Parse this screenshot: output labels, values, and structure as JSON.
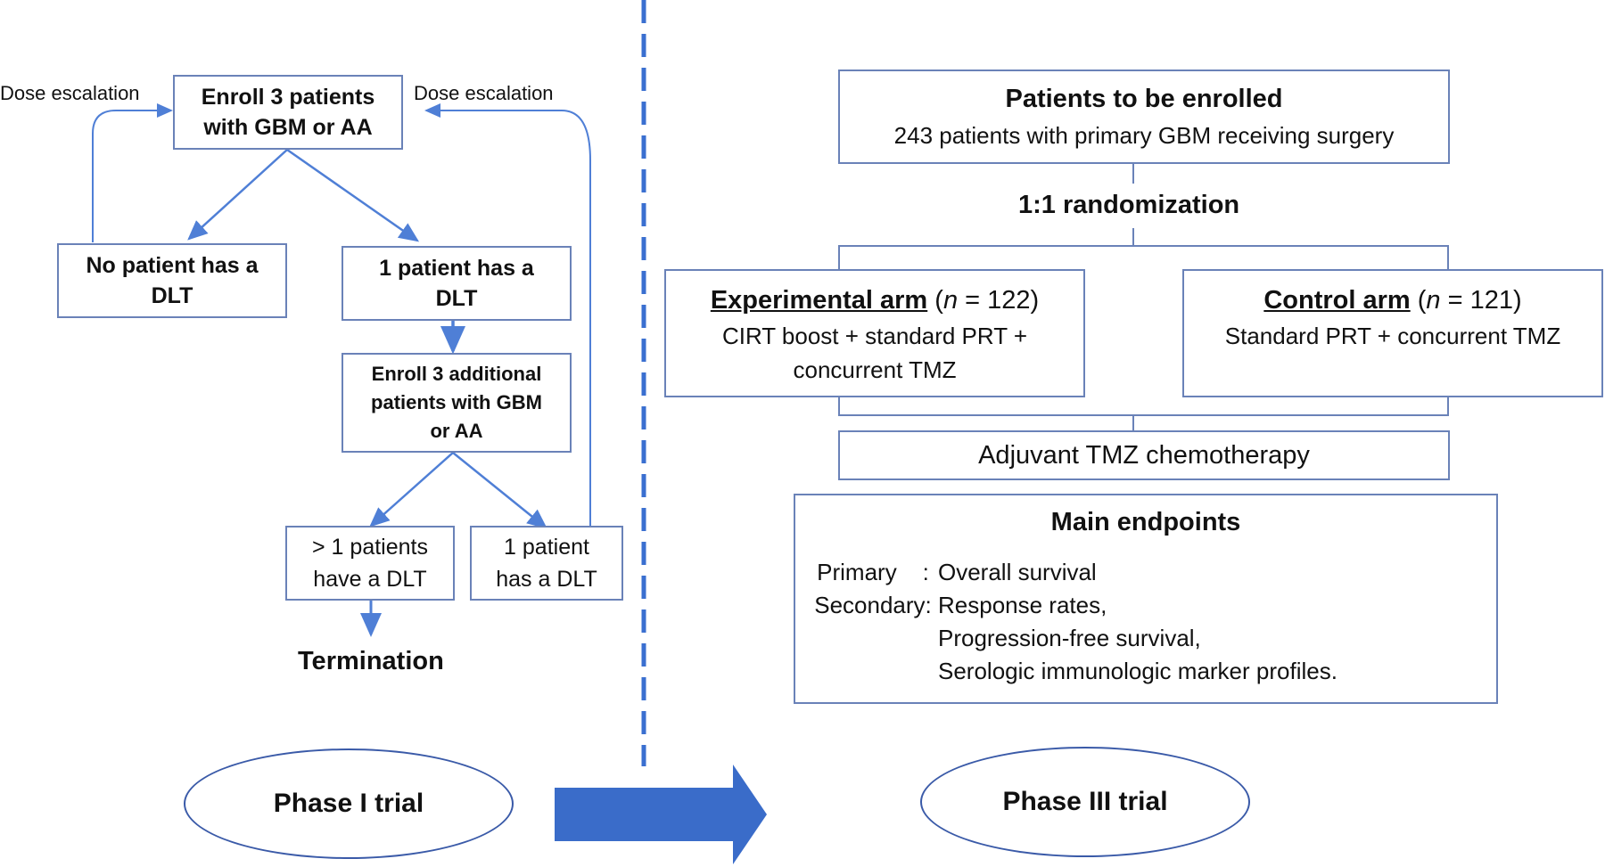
{
  "colors": {
    "line": "#4f7fd6",
    "box_border": "#6a82b8",
    "divider": "#3a6fd0",
    "big_arrow": "#3a6cc9"
  },
  "phase1": {
    "enroll3": [
      "Enroll 3 patients",
      "with GBM or AA"
    ],
    "dose_escalation_left": "Dose escalation",
    "dose_escalation_right": "Dose escalation",
    "no_dlt": [
      "No patient has a",
      "DLT"
    ],
    "one_dlt": [
      "1 patient has a",
      "DLT"
    ],
    "enroll3_additional": [
      "Enroll 3 additional",
      "patients with GBM",
      "or AA"
    ],
    "gt1_dlt": [
      "> 1 patients",
      "have a DLT"
    ],
    "one_patient_dlt": [
      "1 patient",
      "has a DLT"
    ],
    "termination": "Termination",
    "label": "Phase I trial"
  },
  "phase3": {
    "enrolled_title": "Patients to be enrolled",
    "enrolled_desc": "243 patients with primary GBM receiving surgery",
    "randomization": "1:1 randomization",
    "exp_arm_name": "Experimental arm",
    "exp_arm_open": " (",
    "exp_arm_n": "n",
    "exp_arm_count": " = 122)",
    "exp_arm_desc": [
      "CIRT boost + standard PRT +",
      "concurrent TMZ"
    ],
    "ctrl_arm_name": "Control arm",
    "ctrl_arm_open": " (",
    "ctrl_arm_n": "n",
    "ctrl_arm_count": " = 121)",
    "ctrl_arm_desc": "Standard PRT + concurrent TMZ",
    "adjuvant": "Adjuvant TMZ chemotherapy",
    "endpoints_title": "Main endpoints",
    "primary_key": "Primary    :",
    "primary_val": "Overall survival",
    "secondary_key": "Secondary:",
    "secondary_vals": [
      "Response rates,",
      "Progression-free survival,",
      "Serologic immunologic marker profiles."
    ],
    "label": "Phase III trial"
  }
}
